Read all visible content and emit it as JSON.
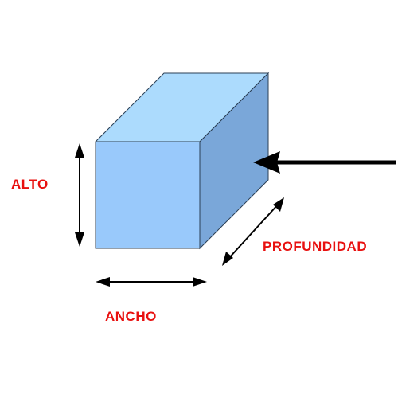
{
  "labels": {
    "height": "ALTO",
    "width": "ANCHO",
    "depth": "PROFUNDIDAD"
  },
  "colors": {
    "label_text": "#e8100f",
    "front_face": "#99c9fb",
    "top_face": "#acdbfd",
    "side_face": "#7aa7d9",
    "edge": "#2b3f55",
    "arrow": "#000000"
  }
}
